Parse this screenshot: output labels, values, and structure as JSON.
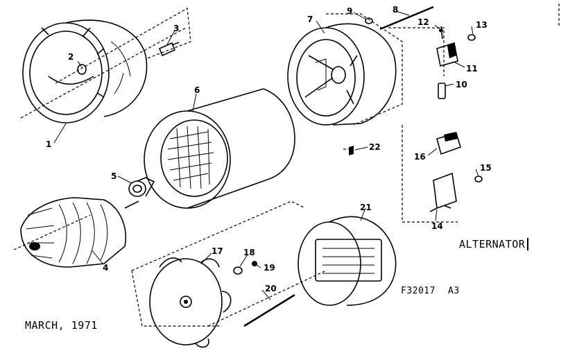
{
  "title": "ALTERNATOR",
  "date": "MARCH, 1971",
  "drawing_code": "F32017",
  "revision": "A3",
  "parts": [
    {
      "label": "1"
    },
    {
      "label": "2"
    },
    {
      "label": "3"
    },
    {
      "label": "4"
    },
    {
      "label": "5"
    },
    {
      "label": "6"
    },
    {
      "label": "7"
    },
    {
      "label": "8"
    },
    {
      "label": "9"
    },
    {
      "label": "10"
    },
    {
      "label": "11"
    },
    {
      "label": "12"
    },
    {
      "label": "13"
    },
    {
      "label": "14"
    },
    {
      "label": "15"
    },
    {
      "label": "16"
    },
    {
      "label": "17"
    },
    {
      "label": "18"
    },
    {
      "label": "19"
    },
    {
      "label": "20"
    },
    {
      "label": "21"
    },
    {
      "label": "22"
    }
  ]
}
